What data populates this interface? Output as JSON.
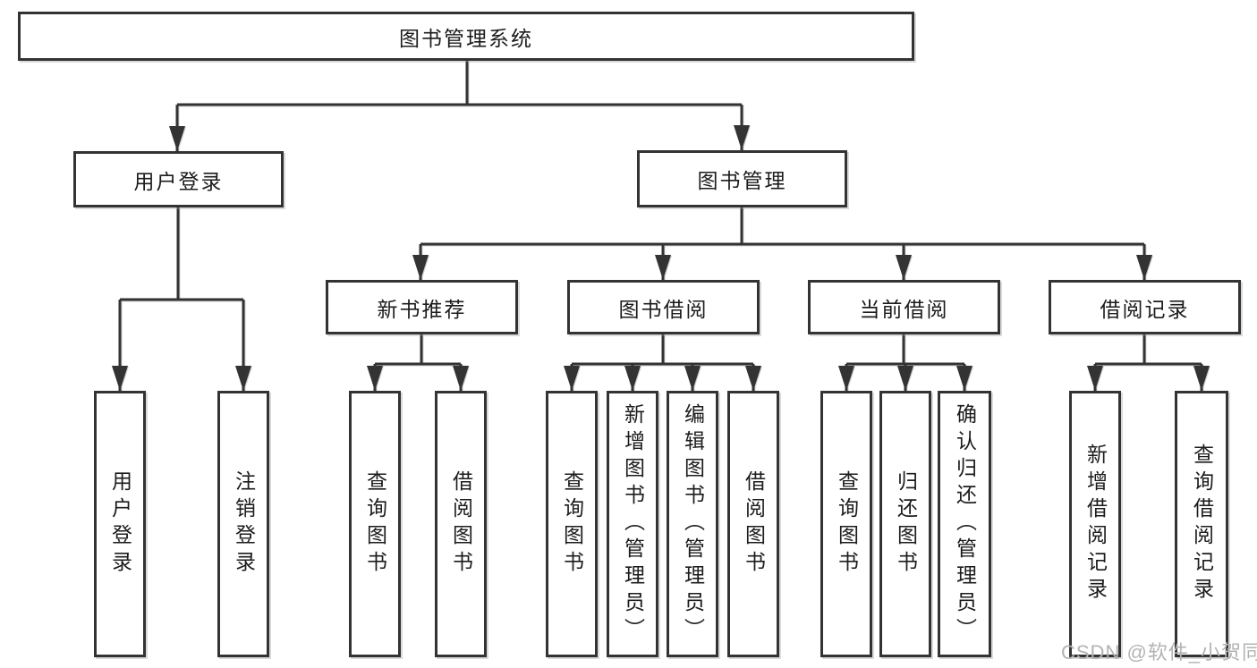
{
  "colors": {
    "line": "#333333",
    "box_border": "#333333",
    "text": "#1c1c1c",
    "background": "#ffffff",
    "watermark_text": "#b3b3b3"
  },
  "watermark": "CSDN @软件_小贺同学",
  "tree": {
    "root": "图书管理系统",
    "level2": {
      "user_login": "用户登录",
      "book_mgmt": "图书管理"
    },
    "level3": {
      "new_book": "新书推荐",
      "book_borrow": "图书借阅",
      "current_borrow": "当前借阅",
      "borrow_record": "借阅记录"
    },
    "leaves": {
      "user_login_1": "用户登录",
      "user_login_2": "注销登录",
      "new_book_1": "查询图书",
      "new_book_2": "借阅图书",
      "book_borrow_1": "查询图书",
      "book_borrow_2": "新增图书（管理员）",
      "book_borrow_3": "编辑图书（管理员）",
      "book_borrow_4": "借阅图书",
      "current_borrow_1": "查询图书",
      "current_borrow_2": "归还图书",
      "current_borrow_3": "确认归还（管理员）",
      "borrow_record_1": "新增借阅记录",
      "borrow_record_2": "查询借阅记录"
    }
  }
}
